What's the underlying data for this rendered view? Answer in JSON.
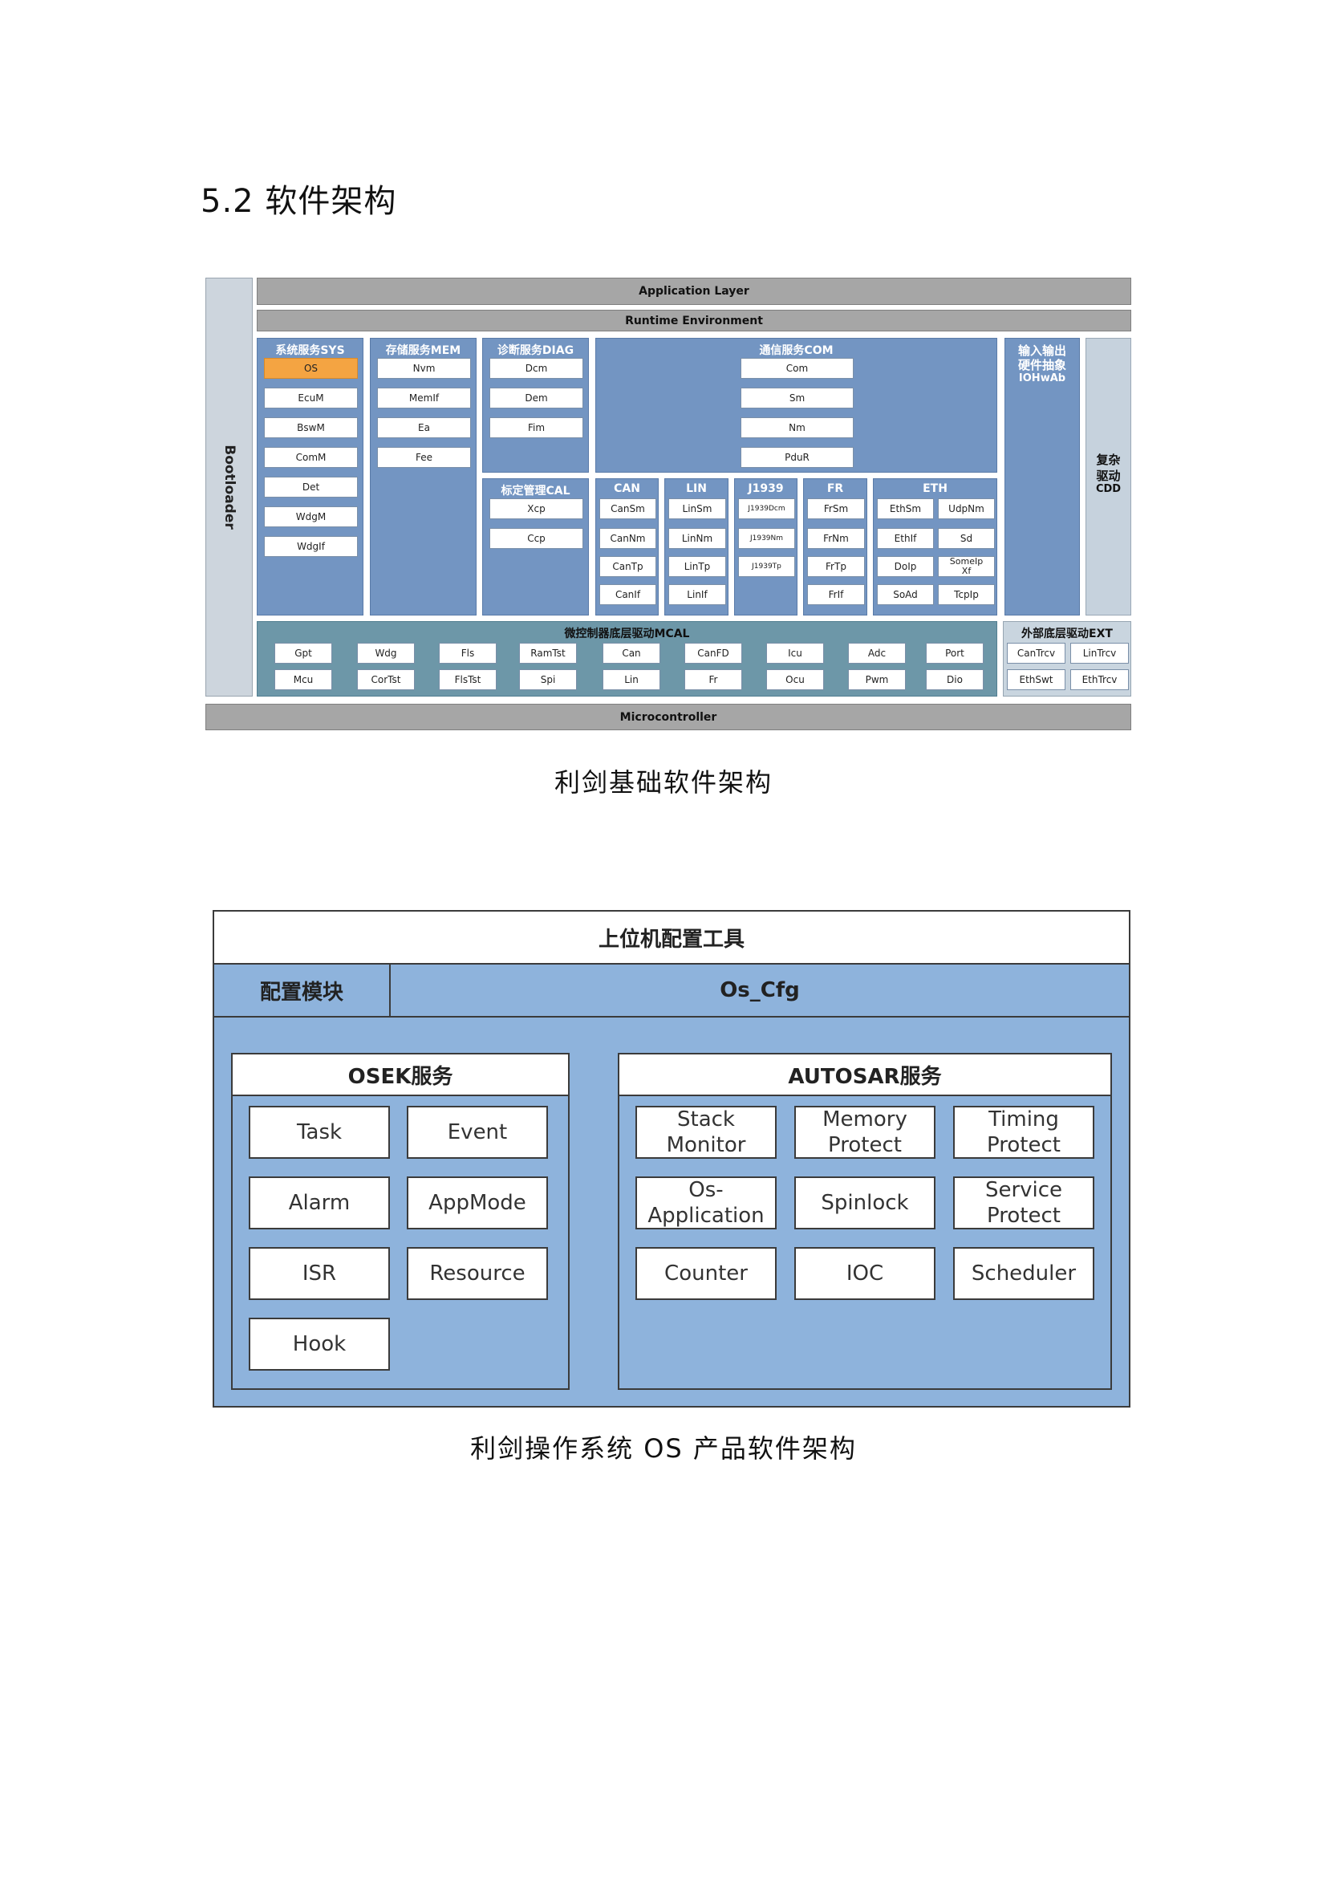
{
  "section_heading": "5.2 软件架构",
  "figure1": {
    "application_layer": "Application Layer",
    "runtime_environment": "Runtime Environment",
    "bootloader": "Bootloader",
    "microcontroller": "Microcontroller",
    "sys": {
      "title": "系统服务SYS",
      "items": [
        "OS",
        "EcuM",
        "BswM",
        "ComM",
        "Det",
        "WdgM",
        "WdgIf"
      ]
    },
    "mem": {
      "title": "存储服务MEM",
      "items": [
        "Nvm",
        "MemIf",
        "Ea",
        "Fee"
      ]
    },
    "diag": {
      "title": "诊断服务DIAG",
      "items": [
        "Dcm",
        "Dem",
        "Fim"
      ]
    },
    "com": {
      "title": "通信服务COM",
      "items": [
        "Com",
        "Sm",
        "Nm",
        "PduR"
      ]
    },
    "cal": {
      "title": "标定管理CAL",
      "items": [
        "Xcp",
        "Ccp"
      ]
    },
    "can": {
      "title": "CAN",
      "items": [
        "CanSm",
        "CanNm",
        "CanTp",
        "CanIf"
      ]
    },
    "lin": {
      "title": "LIN",
      "items": [
        "LinSm",
        "LinNm",
        "LinTp",
        "LinIf"
      ]
    },
    "j1939": {
      "title": "J1939",
      "items": [
        "J1939Dcm",
        "J1939Nm",
        "J1939Tp"
      ]
    },
    "fr": {
      "title": "FR",
      "items": [
        "FrSm",
        "FrNm",
        "FrTp",
        "FrIf"
      ]
    },
    "eth": {
      "title": "ETH",
      "items": [
        "EthSm",
        "UdpNm",
        "EthIf",
        "Sd",
        "DoIp",
        "SomeIp Xf",
        "SoAd",
        "TcpIp"
      ]
    },
    "iohwab": {
      "title_line1": "输入输出",
      "title_line2": "硬件抽象",
      "title_line3": "IOHwAb"
    },
    "cdd": {
      "line1": "复杂",
      "line2": "驱动",
      "line3": "CDD"
    },
    "mcal": {
      "title": "微控制器底层驱动MCAL",
      "row1": [
        "Gpt",
        "Wdg",
        "Fls",
        "RamTst",
        "Can",
        "CanFD",
        "Icu",
        "Adc",
        "Port"
      ],
      "row2": [
        "Mcu",
        "CorTst",
        "FlsTst",
        "Spi",
        "Lin",
        "Fr",
        "Ocu",
        "Pwm",
        "Dio"
      ]
    },
    "ext": {
      "title": "外部底层驱动EXT",
      "items": [
        "CanTrcv",
        "LinTrcv",
        "EthSwt",
        "EthTrcv"
      ]
    },
    "caption": "利剑基础软件架构"
  },
  "figure2": {
    "top_title": "上位机配置工具",
    "config_label": "配置模块",
    "config_value": "Os_Cfg",
    "osek": {
      "title": "OSEK服务",
      "items": [
        "Task",
        "Event",
        "Alarm",
        "AppMode",
        "ISR",
        "Resource",
        "Hook"
      ]
    },
    "autosar": {
      "title": "AUTOSAR服务",
      "items": [
        "Stack Monitor",
        "Memory\nProtect",
        "Timing Protect",
        "Os-\nApplication",
        "Spinlock",
        "Service\nProtect",
        "Counter",
        "IOC",
        "Scheduler"
      ]
    },
    "caption": "利剑操作系统 OS 产品软件架构"
  }
}
